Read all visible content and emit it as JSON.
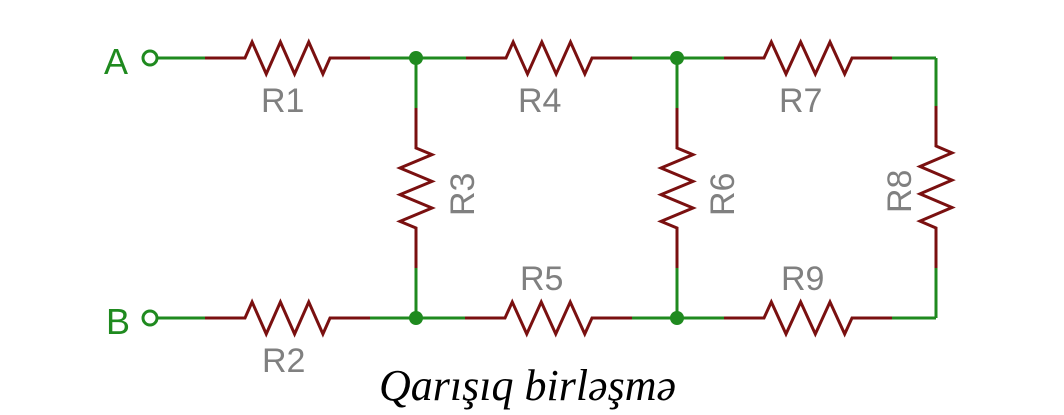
{
  "terminals": {
    "a": "A",
    "b": "B"
  },
  "resistors": {
    "r1": "R1",
    "r2": "R2",
    "r3": "R3",
    "r4": "R4",
    "r5": "R5",
    "r6": "R6",
    "r7": "R7",
    "r8": "R8",
    "r9": "R9"
  },
  "caption": "Qarışıq birləşmə",
  "colors": {
    "wire": "#1f8a1f",
    "resistor": "#7a1010",
    "label": "#808080",
    "caption": "#000000",
    "background": "#ffffff"
  }
}
